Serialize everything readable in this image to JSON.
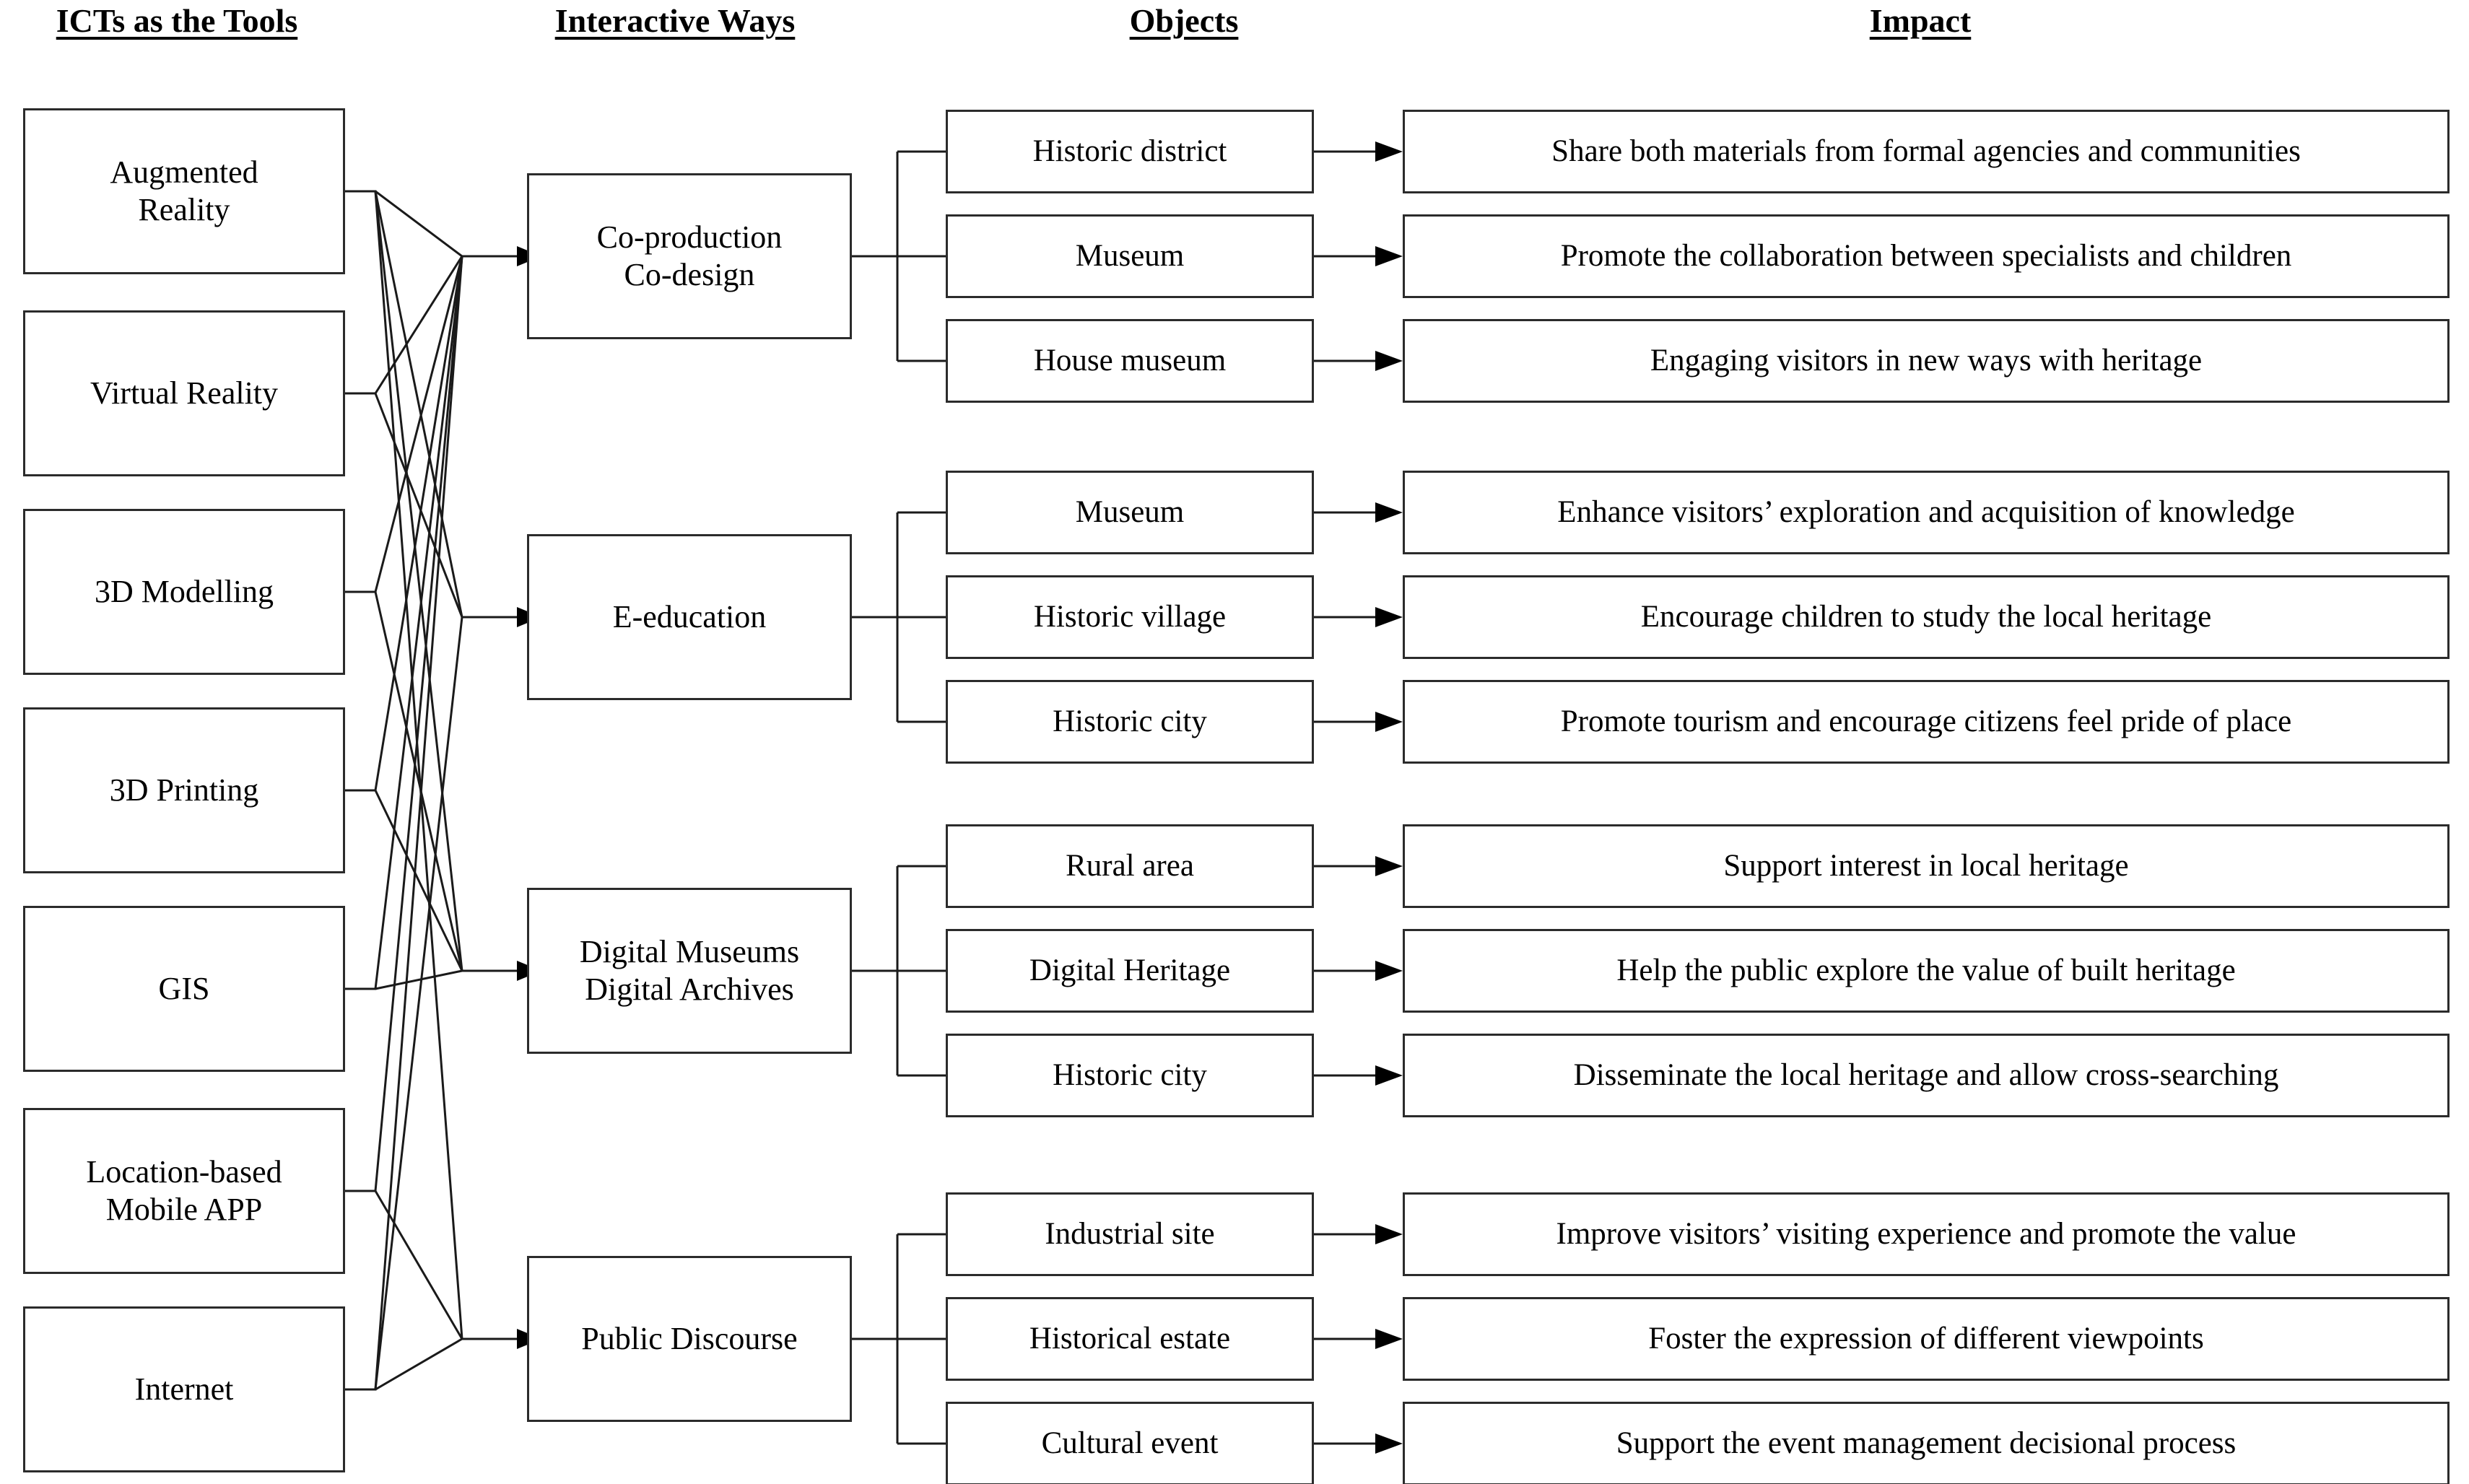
{
  "diagram": {
    "title": "ICTs as the Tools — Interactive Ways — Objects — Impact",
    "headers": [
      {
        "id": "tools",
        "label": "ICTs as the Tools"
      },
      {
        "id": "ways",
        "label": "Interactive Ways"
      },
      {
        "id": "objects",
        "label": "Objects"
      },
      {
        "id": "impact",
        "label": "Impact"
      }
    ],
    "tools": [
      {
        "id": "augmented-reality",
        "label": "Augmented\nReality",
        "line1": "Augmented",
        "line2": "Reality"
      },
      {
        "id": "virtual-reality",
        "label": "Virtual Reality",
        "line1": "Virtual Reality",
        "line2": ""
      },
      {
        "id": "3d-modelling",
        "label": "3D Modelling",
        "line1": "3D Modelling",
        "line2": ""
      },
      {
        "id": "3d-printing",
        "label": "3D Printing",
        "line1": "3D Printing",
        "line2": ""
      },
      {
        "id": "gis",
        "label": "GIS",
        "line1": "GIS",
        "line2": ""
      },
      {
        "id": "location-based-mobile-app",
        "label": "Location-based Mobile APP",
        "line1": "Location-based",
        "line2": "Mobile APP"
      },
      {
        "id": "internet",
        "label": "Internet",
        "line1": "Internet",
        "line2": ""
      }
    ],
    "ways": [
      {
        "id": "co-production-co-design",
        "label": "Co-production Co-design",
        "line1": "Co-production",
        "line2": "Co-design"
      },
      {
        "id": "e-education",
        "label": "E-education",
        "line1": "E-education",
        "line2": ""
      },
      {
        "id": "digital-museums-archives",
        "label": "Digital Museums Digital Archives",
        "line1": "Digital Museums",
        "line2": "Digital Archives"
      },
      {
        "id": "public-discourse",
        "label": "Public Discourse",
        "line1": "Public Discourse",
        "line2": ""
      }
    ],
    "objects": [
      {
        "id": "historic-district",
        "label": "Historic district"
      },
      {
        "id": "museum-1",
        "label": "Museum"
      },
      {
        "id": "house-museum",
        "label": "House museum"
      },
      {
        "id": "museum-2",
        "label": "Museum"
      },
      {
        "id": "historic-village",
        "label": "Historic village"
      },
      {
        "id": "historic-city-1",
        "label": "Historic city"
      },
      {
        "id": "rural-area",
        "label": "Rural area"
      },
      {
        "id": "digital-heritage",
        "label": "Digital Heritage"
      },
      {
        "id": "historic-city-2",
        "label": "Historic city"
      },
      {
        "id": "industrial-site",
        "label": "Industrial site"
      },
      {
        "id": "historical-estate",
        "label": "Historical estate"
      },
      {
        "id": "cultural-event",
        "label": "Cultural event"
      }
    ],
    "impacts": [
      {
        "id": "impact-1",
        "label": "Share both materials from formal agencies and communities"
      },
      {
        "id": "impact-2",
        "label": "Promote the collaboration between specialists and children"
      },
      {
        "id": "impact-3",
        "label": "Engaging visitors in new ways with heritage"
      },
      {
        "id": "impact-4",
        "label": "Enhance visitors’ exploration and acquisition of knowledge"
      },
      {
        "id": "impact-5",
        "label": "Encourage children to study the local heritage"
      },
      {
        "id": "impact-6",
        "label": "Promote tourism and encourage citizens feel pride of place"
      },
      {
        "id": "impact-7",
        "label": "Support interest in local heritage"
      },
      {
        "id": "impact-8",
        "label": "Help the public explore the value of built heritage"
      },
      {
        "id": "impact-9",
        "label": "Disseminate the local heritage and allow cross-searching"
      },
      {
        "id": "impact-10",
        "label": "Improve visitors’ visiting experience  and promote the value"
      },
      {
        "id": "impact-11",
        "label": "Foster the expression of different viewpoints"
      },
      {
        "id": "impact-12",
        "label": "Support the event management decisional process"
      }
    ],
    "colors": {
      "stroke": "#1a1a1a",
      "box_border": "#2b2b2b",
      "text": "#000000",
      "background": "#ffffff"
    }
  }
}
